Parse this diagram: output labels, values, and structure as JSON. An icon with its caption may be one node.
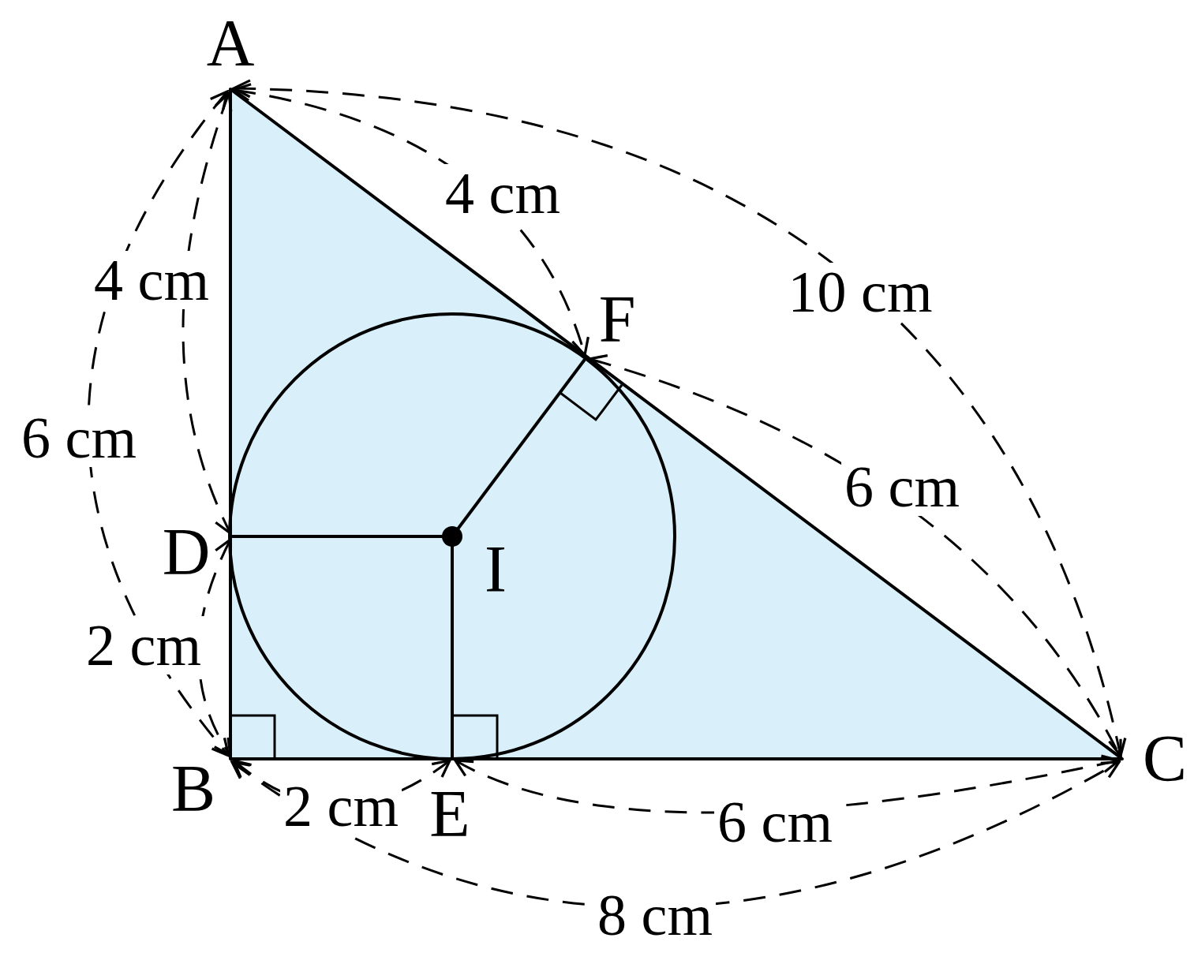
{
  "diagram": {
    "labels": [
      "A",
      "4 cm",
      "4 cm",
      "10 cm",
      "F",
      "6 cm",
      "6 cm",
      "D",
      "I",
      "2 cm",
      "B",
      "2 cm",
      "E",
      "6 cm",
      "C",
      "8 cm"
    ]
  }
}
